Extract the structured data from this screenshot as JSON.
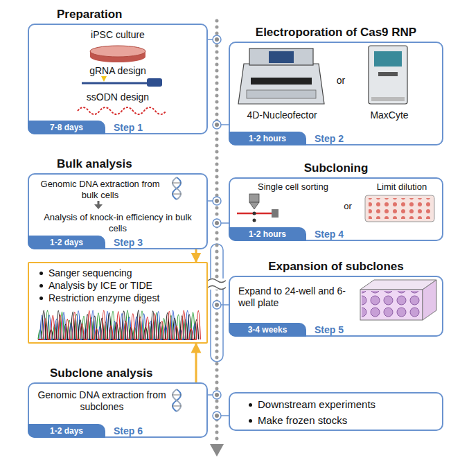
{
  "diagram": {
    "nodes": [
      {
        "text": [
          "Preparation",
          "iPSC culture",
          "gRNA design",
          "ssODN design",
          "Step 1"
        ]
      },
      {
        "text": [
          "7-8 days"
        ],
        "in": 0
      },
      {
        "text": [
          "Electroporation of Cas9 RNP",
          "4D-Nucleofector",
          "or",
          "MaxCyte",
          "Step 2"
        ]
      },
      {
        "text": [
          "1-2 hours"
        ],
        "in": 2
      },
      {
        "text": [
          "Bulk analysis",
          "Genomic DNA extraction from bulk cells",
          "Analysis of knock-in efficiency in bulk cells",
          "Step 3"
        ]
      },
      {
        "text": [
          "1-2 days"
        ],
        "in": 4
      },
      {
        "text": [
          "Subcloning",
          "Single cell sorting",
          "or",
          "Limit dilution",
          "Step 4"
        ]
      },
      {
        "text": [
          "1-2 hours"
        ],
        "in": 6
      },
      {
        "text": [
          "Sanger sequencing",
          "Analysis by ICE or TIDE",
          "Restriction enzyme digest"
        ]
      },
      {
        "text": [
          "Expansion of subclones",
          "Expand to 24-well and 6-well plate",
          "Step 5"
        ]
      },
      {
        "text": [
          "3-4 weeks"
        ],
        "in": 9
      },
      {
        "text": [
          "Subclone analysis",
          "Genomic DNA extraction from subclones",
          "Step 6"
        ]
      },
      {
        "text": [
          "1-2 days"
        ],
        "in": 11
      },
      {
        "text": [
          "Downstream experiments",
          "Make frozen stocks"
        ]
      }
    ],
    "edges": [
      {
        "from": 4,
        "to": 8,
        "arrow": "to"
      },
      {
        "from": 11,
        "to": 8,
        "arrow": "to"
      }
    ]
  }
}
